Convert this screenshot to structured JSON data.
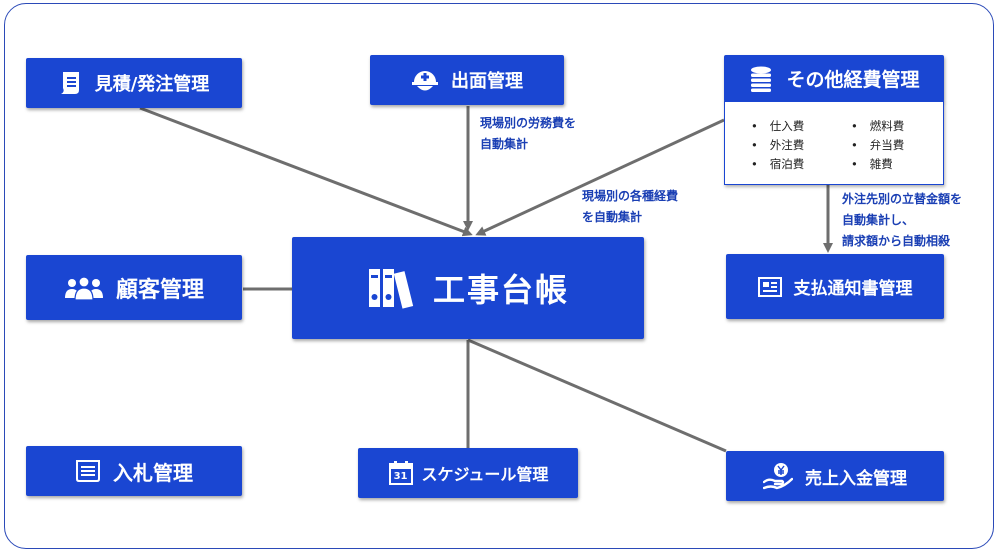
{
  "center": {
    "label": "工事台帳",
    "icon": "binders-icon"
  },
  "nodes": {
    "estimate": {
      "label": "見積/発注管理",
      "icon": "document-icon"
    },
    "attendance": {
      "label": "出面管理",
      "icon": "helmet-icon"
    },
    "expenses": {
      "label": "その他経費管理",
      "icon": "coins-icon",
      "items": [
        "仕入費",
        "燃料費",
        "外注費",
        "弁当費",
        "宿泊費",
        "雑費"
      ]
    },
    "customer": {
      "label": "顧客管理",
      "icon": "users-icon"
    },
    "payment": {
      "label": "支払通知書管理",
      "icon": "invoice-icon"
    },
    "bidding": {
      "label": "入札管理",
      "icon": "list-document-icon"
    },
    "schedule": {
      "label": "スケジュール管理",
      "icon": "calendar-icon",
      "calendar_day": "31"
    },
    "sales": {
      "label": "売上入金管理",
      "icon": "yen-hand-icon"
    }
  },
  "notes": {
    "labor": [
      "現場別の労務費を",
      "自動集計"
    ],
    "expense": [
      "現場別の各種経費",
      "を自動集計"
    ],
    "payment": [
      "外注先別の立替金額を",
      "自動集計し、",
      "請求額から自動相殺"
    ]
  },
  "colors": {
    "box": "#1a46d2",
    "line": "#6e6e6e",
    "note": "#1a3fb4",
    "frame": "#2b4ab8"
  }
}
